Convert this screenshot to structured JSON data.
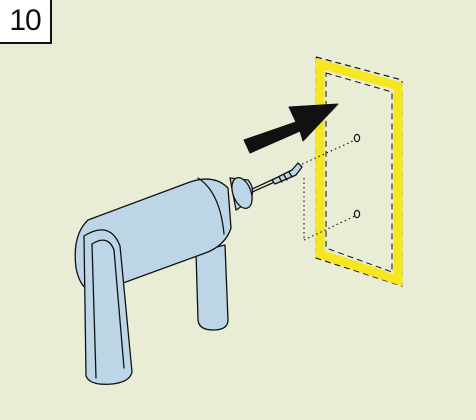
{
  "step": {
    "number": "10"
  },
  "illustration": {
    "subject": "drill-drilling-wall-template",
    "colors": {
      "background": "#e9edd6",
      "drill_body": "#bcd6e8",
      "template_outline": "#f5e620",
      "arrow": "#111111",
      "line": "#111111"
    },
    "holes": 2,
    "icons": [
      "drill-icon",
      "direction-arrow-icon",
      "drilling-template-icon"
    ]
  }
}
